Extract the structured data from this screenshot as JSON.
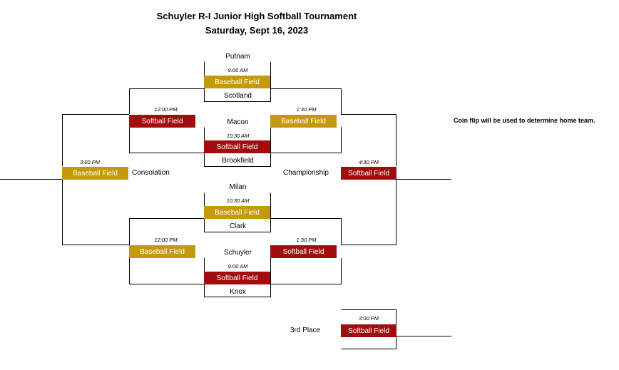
{
  "title": "Schuyler R-I Junior High Softball Tournament",
  "subtitle": "Saturday, Sept 16, 2023",
  "note": "Coin flip will be used to determine home team.",
  "colors": {
    "baseball_field": "#c49a0c",
    "softball_field": "#a30c0c",
    "lines": "#000000"
  },
  "games": {
    "g1": {
      "team_top": "Putnam",
      "time": "9:00 AM",
      "field": "Baseball Field",
      "team_bottom": "Scotland"
    },
    "g2": {
      "team_top": "Macon",
      "time": "10:30 AM",
      "field": "Softball Field",
      "team_bottom": "Brookfield"
    },
    "g3": {
      "team_top": "Milan",
      "time": "10:30 AM",
      "field": "Baseball Field",
      "team_bottom": "Clark"
    },
    "g4": {
      "team_top": "Schuyler",
      "time": "9:00 AM",
      "field": "Softball Field",
      "team_bottom": "Knox"
    },
    "semi_left_top": {
      "time": "12:00 PM",
      "field": "Softball Field"
    },
    "semi_right_top": {
      "time": "1:30 PM",
      "field": "Baseball Field"
    },
    "semi_left_bottom": {
      "time": "12:00 PM",
      "field": "Baseball Field"
    },
    "semi_right_bottom": {
      "time": "1:30 PM",
      "field": "Softball Field"
    },
    "consolation": {
      "time": "3:00 PM",
      "field": "Baseball Field",
      "label": "Consolation"
    },
    "championship": {
      "time": "4:30 PM",
      "field": "Softball Field",
      "label": "Championship"
    },
    "third_place": {
      "time": "3:00 PM",
      "field": "Softball Field",
      "label": "3rd Place"
    }
  }
}
